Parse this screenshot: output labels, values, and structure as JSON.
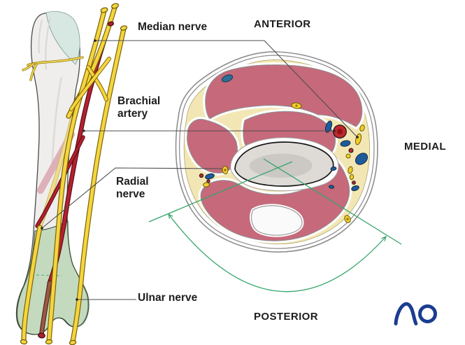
{
  "diagram": {
    "type": "anatomical-illustration",
    "labels": {
      "median_nerve": "Median nerve",
      "brachial_artery": "Brachial artery",
      "radial_nerve": "Radial nerve",
      "ulnar_nerve": "Ulnar nerve"
    },
    "orientation": {
      "anterior": "ANTERIOR",
      "medial": "MEDIAL",
      "posterior": "POSTERIOR"
    },
    "logo": {
      "text": "AO",
      "color": "#1B3D91"
    },
    "colors": {
      "nerve_yellow": "#F2CF2E",
      "artery_red": "#B5202E",
      "vein_blue": "#1D5C9C",
      "cephalic_vein_blue": "#2B6F94",
      "muscle_rose": "#C6697B",
      "fat_cream": "#F2E7B4",
      "bone_gray": "#DEDBD7",
      "cartilage_teal": "#D7E7E1",
      "annotation_green": "#35A56B",
      "distal_zone_green": "#A9CBA0",
      "label_text": "#1D1D1D",
      "leader_line": "#4D4D4D"
    }
  }
}
